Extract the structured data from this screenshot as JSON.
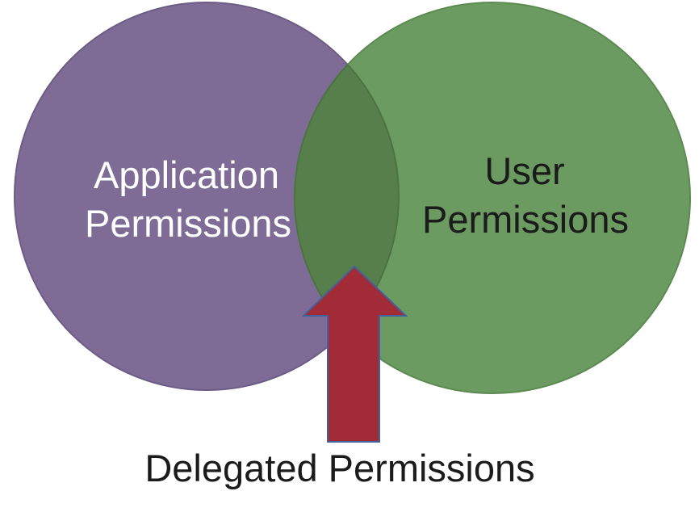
{
  "venn": {
    "left_circle": {
      "label_lines": [
        "Application",
        "Permissions"
      ],
      "fill": "#7E6C96",
      "border": "#6C5C86",
      "text_color": "#FFFFFF"
    },
    "right_circle": {
      "label_lines": [
        "User",
        "Permissions"
      ],
      "fill": "#6B9B60",
      "border": "#5C8B52",
      "text_color": "#1B1B1B"
    },
    "overlap": {
      "fill": "#567F4C",
      "border": "#4C7342"
    },
    "arrow": {
      "fill": "#A22B38",
      "border": "#44609C"
    },
    "caption": {
      "text": "Delegated Permissions",
      "color": "#1B1B1B"
    }
  }
}
